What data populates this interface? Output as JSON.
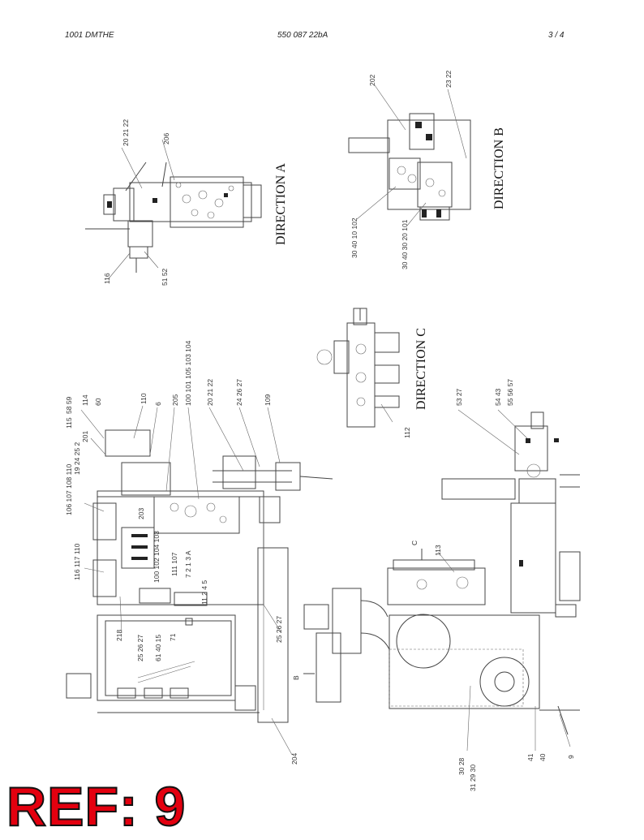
{
  "header": {
    "doc_code": "1001 DMTHE",
    "part_number": "550 087 22bA",
    "page": "3 /   4"
  },
  "views": {
    "direction_a": "DIRECTION A",
    "direction_b": "DIRECTION B",
    "direction_c": "DIRECTION C"
  },
  "markers": {
    "b": "B",
    "c": "C"
  },
  "callouts": {
    "a_top": "20 21 22",
    "a_right": "206",
    "a_bottom": "116",
    "a_bottom2": "51 52",
    "b_top": "202",
    "b_right": "23 22",
    "b_bottom": "30 40 10 102",
    "b_bottom2": "30 40 30 20 101",
    "c_bottom": "112",
    "m_1": "58 59",
    "m_2": "115",
    "m_3": "201",
    "m_4": "19 24 25 2",
    "m_5": "106 107 108 110",
    "m_6": "116 117 110",
    "m_7": "114",
    "m_8": "60",
    "m_9": "110",
    "m_10": "6",
    "m_11": "205",
    "m_12": "100 101 105 103 104",
    "m_13": "20 21 22",
    "m_14": "24 26 27",
    "m_15": "109",
    "m_16": "203",
    "m_17": "100 102 104 103",
    "m_18": "111 107",
    "m_19": "7 2 1 3 A",
    "m_20": "11 2 4 5",
    "m_21": "218",
    "m_22": "25 26 27",
    "m_23": "61 40 15",
    "m_24": "71",
    "m_25": "25 26 27",
    "m_26": "204",
    "m_27": "53 27",
    "m_28": "54 43",
    "m_29": "55 56 57",
    "m_30": "113",
    "m_31": "30 28",
    "m_32": "31 29 30",
    "m_33": "41",
    "m_34": "40",
    "m_35": "9"
  },
  "ref": {
    "label": "REF: 9"
  }
}
